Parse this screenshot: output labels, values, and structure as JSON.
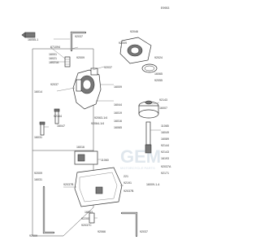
{
  "figure_code": "E9953",
  "watermark": {
    "logo_text": "GEM",
    "sub_text": "MOTORCYCLE PARTS"
  },
  "labels": [
    {
      "id": "l1",
      "text": "16055-1"
    },
    {
      "id": "l2",
      "text": "671094"
    },
    {
      "id": "l3",
      "text": "92037"
    },
    {
      "id": "l4",
      "text": "16001"
    },
    {
      "id": "l5",
      "text": "16021"
    },
    {
      "id": "l6",
      "text": "16021A"
    },
    {
      "id": "l7",
      "text": "92009"
    },
    {
      "id": "l8",
      "text": "92037"
    },
    {
      "id": "l9",
      "text": "92009"
    },
    {
      "id": "l10",
      "text": "92046"
    },
    {
      "id": "l11",
      "text": "92024"
    },
    {
      "id": "l12",
      "text": "16065"
    },
    {
      "id": "l13",
      "text": "92055"
    },
    {
      "id": "l14",
      "text": "92037"
    },
    {
      "id": "l15",
      "text": "16014"
    },
    {
      "id": "l16",
      "text": "16009"
    },
    {
      "id": "l17",
      "text": "16044"
    },
    {
      "id": "l18",
      "text": "16019"
    },
    {
      "id": "l19",
      "text": "92063-1/4"
    },
    {
      "id": "l20",
      "text": "92064-1/4"
    },
    {
      "id": "l21",
      "text": "16016"
    },
    {
      "id": "l22",
      "text": "16065"
    },
    {
      "id": "l23",
      "text": "92144"
    },
    {
      "id": "l24",
      "text": "16047"
    },
    {
      "id": "l25",
      "text": "16031"
    },
    {
      "id": "l26",
      "text": "92143"
    },
    {
      "id": "l27",
      "text": "16007"
    },
    {
      "id": "l28",
      "text": "11065"
    },
    {
      "id": "l29",
      "text": "16049"
    },
    {
      "id": "l30",
      "text": "16089"
    },
    {
      "id": "l31",
      "text": "92144"
    },
    {
      "id": "l32",
      "text": "92143"
    },
    {
      "id": "l33",
      "text": "16193"
    },
    {
      "id": "l34",
      "text": "92037A"
    },
    {
      "id": "l35",
      "text": "92171"
    },
    {
      "id": "l36",
      "text": "11060"
    },
    {
      "id": "l37",
      "text": "16016"
    },
    {
      "id": "l38",
      "text": "221"
    },
    {
      "id": "l39",
      "text": "92191"
    },
    {
      "id": "l40",
      "text": "92037B"
    },
    {
      "id": "l41",
      "text": "16009-1-4"
    },
    {
      "id": "l42",
      "text": "92009"
    },
    {
      "id": "l43",
      "text": "16031"
    },
    {
      "id": "l44",
      "text": "92037B"
    },
    {
      "id": "l45",
      "text": "16003"
    },
    {
      "id": "l46",
      "text": "92200"
    },
    {
      "id": "l47",
      "text": "92037C"
    },
    {
      "id": "l48",
      "text": "92066"
    },
    {
      "id": "l49",
      "text": "92009"
    },
    {
      "id": "l50",
      "text": "92037"
    }
  ]
}
